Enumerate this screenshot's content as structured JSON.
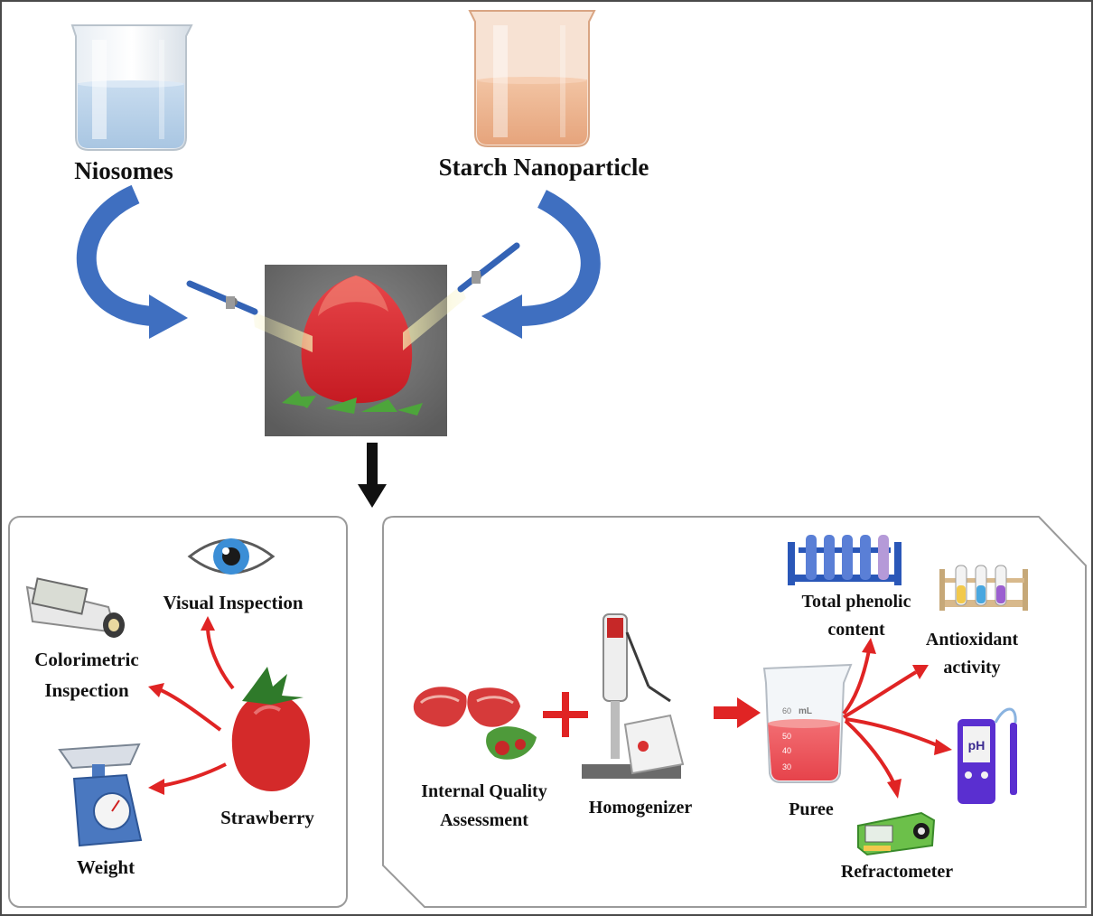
{
  "top": {
    "niosomes": "Niosomes",
    "starch": "Starch Nanoparticle"
  },
  "left_panel": {
    "visual": "Visual Inspection",
    "colorimetric_1": "Colorimetric",
    "colorimetric_2": "Inspection",
    "weight": "Weight",
    "strawberry": "Strawberry"
  },
  "right_panel": {
    "internal_1": "Internal Quality",
    "internal_2": "Assessment",
    "homogenizer": "Homogenizer",
    "puree": "Puree",
    "phenolic_1": "Total phenolic",
    "phenolic_2": "content",
    "antioxidant_1": "Antioxidant",
    "antioxidant_2": "activity",
    "refractometer": "Refractometer",
    "ph_text": "pH",
    "beaker_unit": "mL",
    "beaker_ticks": [
      "60",
      "50",
      "40",
      "30"
    ]
  },
  "colors": {
    "blue_arrow": "#3f6fc0",
    "red_arrow": "#e02424",
    "panel_border": "#9a9a9a"
  }
}
